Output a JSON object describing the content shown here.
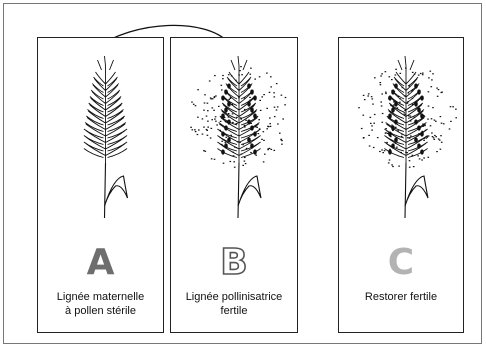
{
  "panels": {
    "a": {
      "letter": "A",
      "caption_line1": "Lignée maternelle",
      "caption_line2": "à pollen stérile"
    },
    "b": {
      "letter": "B",
      "caption_line1": "Lignée pollinisatrice",
      "caption_line2": "fertile"
    },
    "c": {
      "letter": "C",
      "caption_line1": "Restorer fertile",
      "caption_line2": ""
    }
  },
  "colors": {
    "ink": "#111111",
    "letter_a": "#6e6e6e",
    "letter_b_outline": "#555555",
    "letter_c": "#b3b3b3"
  },
  "arrow": {
    "from": "panel-b",
    "to": "panel-a"
  }
}
